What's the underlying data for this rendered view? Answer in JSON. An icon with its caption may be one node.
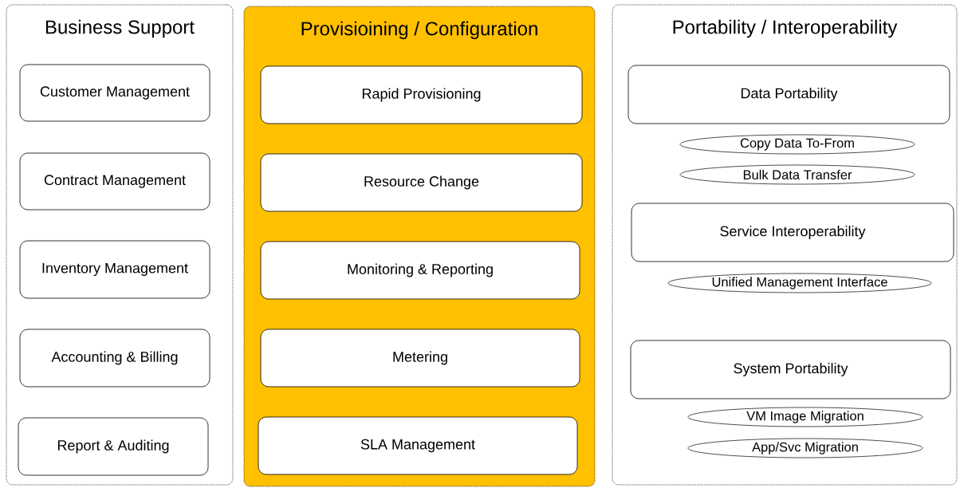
{
  "diagram": {
    "nodes": [
      {
        "text": [
          "Business Support"
        ]
      },
      {
        "text": [
          "Customer Management"
        ],
        "in": 0
      },
      {
        "text": [
          "Contract Management"
        ],
        "in": 0
      },
      {
        "text": [
          "Inventory Management"
        ],
        "in": 0
      },
      {
        "text": [
          "Accounting & Billing"
        ],
        "in": 0
      },
      {
        "text": [
          "Report & Auditing"
        ],
        "in": 0
      },
      {
        "text": [
          "Provisioining / Configuration"
        ]
      },
      {
        "text": [
          "Rapid Provisioning"
        ],
        "in": 6
      },
      {
        "text": [
          "Resource Change"
        ],
        "in": 6
      },
      {
        "text": [
          "Monitoring & Reporting"
        ],
        "in": 6
      },
      {
        "text": [
          "Metering"
        ],
        "in": 6
      },
      {
        "text": [
          "SLA Management"
        ],
        "in": 6
      },
      {
        "text": [
          "Portability / Interoperability"
        ]
      },
      {
        "text": [
          "Data Portability"
        ],
        "in": 12
      },
      {
        "text": [
          "Copy Data To-From"
        ],
        "in": 12
      },
      {
        "text": [
          "Bulk Data Transfer"
        ],
        "in": 12
      },
      {
        "text": [
          "Service Interoperability"
        ],
        "in": 12
      },
      {
        "text": [
          "Unified Management Interface"
        ],
        "in": 12
      },
      {
        "text": [
          "System Portability"
        ],
        "in": 12
      },
      {
        "text": [
          "VM Image Migration"
        ],
        "in": 12
      },
      {
        "text": [
          "App/Svc Migration"
        ],
        "in": 12
      }
    ]
  }
}
